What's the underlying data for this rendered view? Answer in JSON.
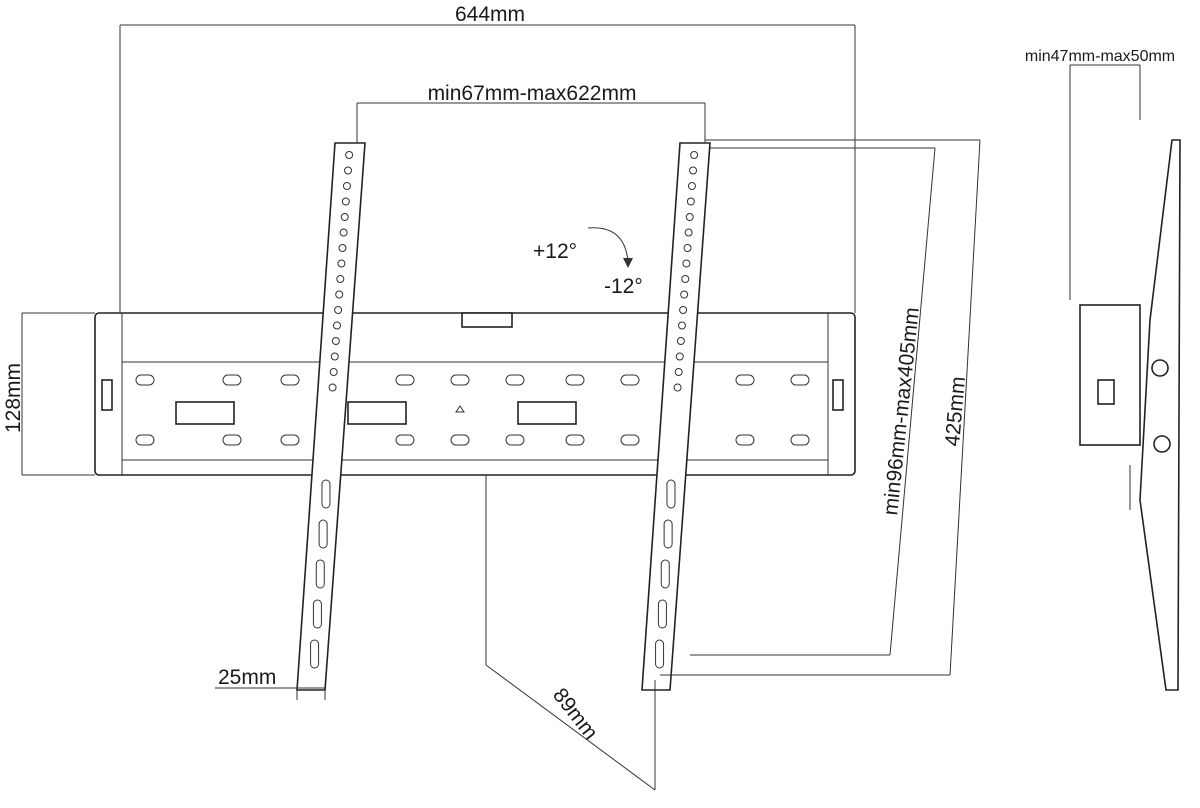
{
  "diagram": {
    "dimensions": {
      "total_width": "644mm",
      "vesa_horizontal": "min67mm-max622mm",
      "tilt_up": "+12°",
      "tilt_down": "-12°",
      "plate_height": "128mm",
      "arm_width": "25mm",
      "wall_distance": "89mm",
      "vesa_vertical": "min96mm-max405mm",
      "arm_length": "425mm",
      "side_depth": "min47mm-max50mm"
    }
  }
}
